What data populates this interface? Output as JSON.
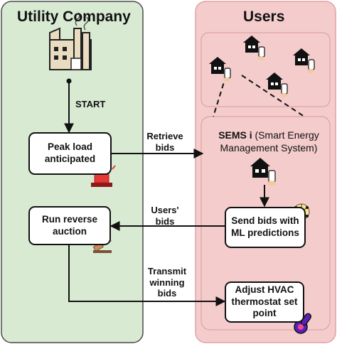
{
  "lanes": {
    "utility_title": "Utility Company",
    "users_title": "Users"
  },
  "nodes": {
    "peak_load": "Peak load anticipated",
    "run_auction": "Run reverse auction",
    "send_bids": "Send bids with ML predictions",
    "adjust_hvac": "Adjust HVAC thermostat set point"
  },
  "sems": {
    "name_bold": "SEMS i",
    "name_paren": "(Smart Energy Management System)"
  },
  "edges": {
    "start": "START",
    "retrieve": "Retrieve\nbids",
    "users_bids": "Users'\nbids",
    "transmit": "Transmit\nwinning\nbids"
  },
  "colors": {
    "utility_fill": "#d9ead3",
    "users_fill": "#f4cccc",
    "users_border": "#e0a2a2"
  }
}
